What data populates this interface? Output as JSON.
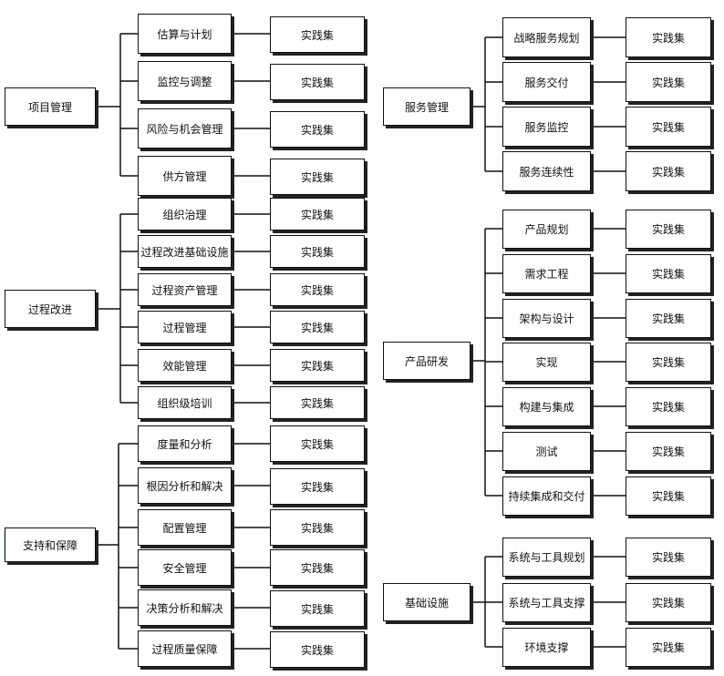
{
  "leaf_label": "实践集",
  "groups": [
    {
      "name": "项目管理",
      "items": [
        "估算与计划",
        "监控与调整",
        "风险与机会管理",
        "供方管理"
      ]
    },
    {
      "name": "过程改进",
      "items": [
        "组织治理",
        "过程改进基础设施",
        "过程资产管理",
        "过程管理",
        "效能管理",
        "组织级培训"
      ]
    },
    {
      "name": "支持和保障",
      "items": [
        "度量和分析",
        "根因分析和解决",
        "配置管理",
        "安全管理",
        "决策分析和解决",
        "过程质量保障"
      ]
    },
    {
      "name": "服务管理",
      "items": [
        "战略服务规划",
        "服务交付",
        "服务监控",
        "服务连续性"
      ]
    },
    {
      "name": "产品研发",
      "items": [
        "产品规划",
        "需求工程",
        "架构与设计",
        "实现",
        "构建与集成",
        "测试",
        "持续集成和交付"
      ]
    },
    {
      "name": "基础设施",
      "items": [
        "系统与工具规划",
        "系统与工具支撑",
        "环境支撑"
      ]
    }
  ]
}
